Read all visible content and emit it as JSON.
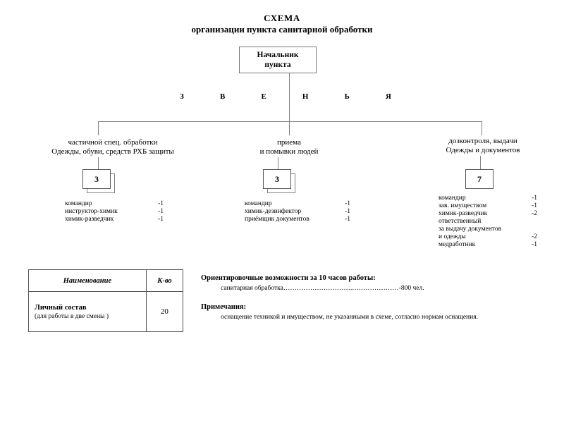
{
  "title": {
    "line1": "СХЕМА",
    "line2": "организации пункта санитарной обработки"
  },
  "chief": {
    "line1": "Начальник",
    "line2": "пункта"
  },
  "zvenya": {
    "letters": [
      "З",
      "В",
      "Е",
      "Н",
      "Ь",
      "Я"
    ]
  },
  "branches": [
    {
      "label_line1": "частичной спец. обработки",
      "label_line2": "Одежды, обуви, средств РХБ защиты",
      "count": "3",
      "double_box": true,
      "staff": [
        {
          "role": "командир",
          "qty": "-1"
        },
        {
          "role": "инструктор-химик",
          "qty": "-1"
        },
        {
          "role": "химик-разведчик",
          "qty": "-1"
        }
      ]
    },
    {
      "label_line1": "приема",
      "label_line2": "и помывки людей",
      "count": "3",
      "double_box": true,
      "staff": [
        {
          "role": "командир",
          "qty": "-1"
        },
        {
          "role": "химик-дезинфектор",
          "qty": "-1"
        },
        {
          "role": "приёмщик документов",
          "qty": "-1"
        }
      ]
    },
    {
      "label_line1": "дозконтроля, выдачи",
      "label_line2": "Одежды и документов",
      "count": "7",
      "double_box": false,
      "staff": [
        {
          "role": "командир",
          "qty": "-1"
        },
        {
          "role": "зав. имуществом",
          "qty": "-1"
        },
        {
          "role": "химик-разведчик",
          "qty": "-2"
        },
        {
          "role": "ответственный",
          "qty": ""
        },
        {
          "role": "за выдачу документов",
          "qty": ""
        },
        {
          "role": "и одежды",
          "qty": "-2"
        },
        {
          "role": "медработник",
          "qty": "-1"
        }
      ]
    }
  ],
  "table": {
    "headers": [
      "Наименование",
      "К-во"
    ],
    "rows": [
      {
        "name_main": "Личный состав",
        "name_sub": "(для работы в две смены )",
        "qty": "20"
      }
    ]
  },
  "notes": {
    "capacity_heading": "Ориентировочные возможности за 10 часов работы:",
    "capacity_line": "санитарная обработка………………………….…………………-800 чел.",
    "remarks_heading": "Примечания:",
    "remarks_line": "оснащение техникой и имуществом, не указанными в схеме, согласно нормам оснащения."
  }
}
